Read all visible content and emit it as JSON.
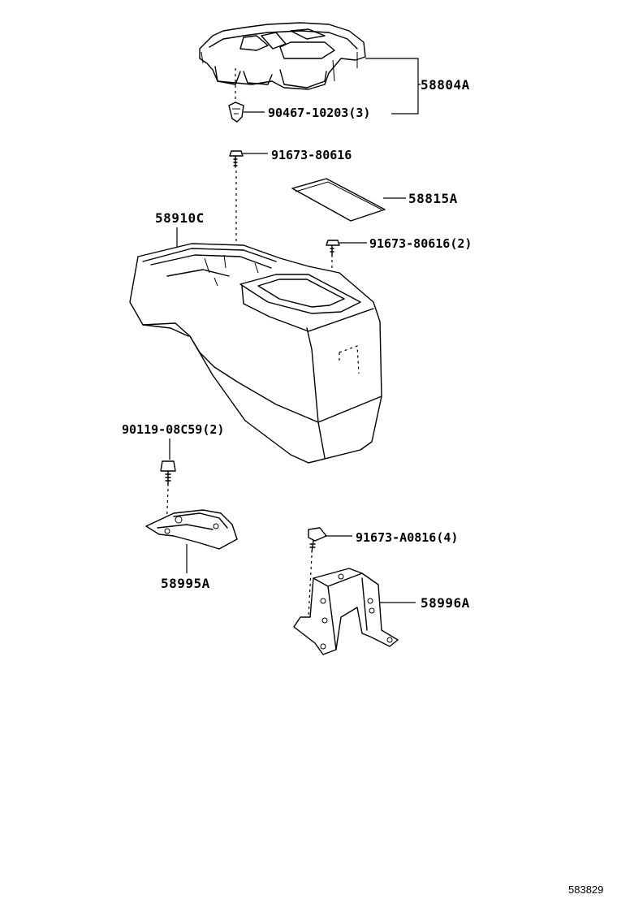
{
  "parts": {
    "cup_holder_panel": "58804A",
    "clip": "90467-10203(3)",
    "screw_top": "91673-80616",
    "lid_pad": "58815A",
    "screw_box": "91673-80616(2)",
    "console_box": "58910C",
    "bolt_front": "90119-08C59(2)",
    "front_bracket": "58995A",
    "screw_rear": "91673-A0816(4)",
    "rear_bracket": "58996A"
  },
  "reference_id": "583829"
}
